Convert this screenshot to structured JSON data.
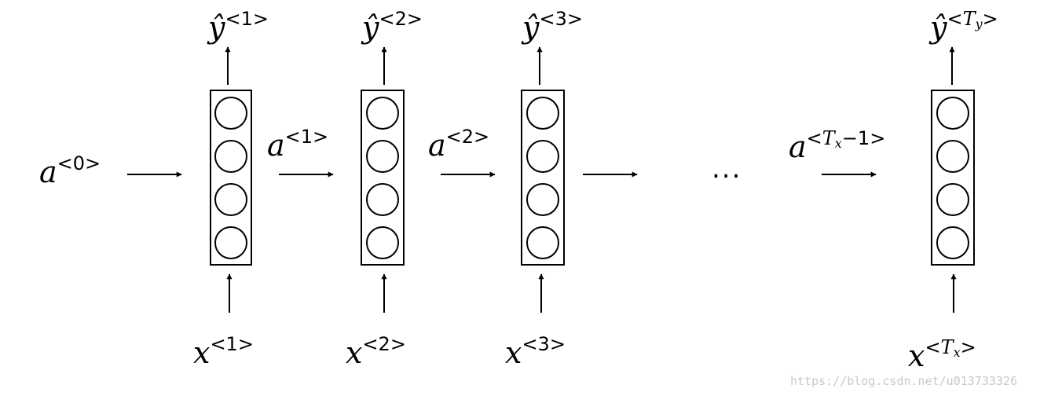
{
  "diagram": {
    "ellipsis": "...",
    "watermark": "https://blog.csdn.net/u013733326"
  },
  "a0": {
    "base": "a",
    "sup": "<0>"
  },
  "a1": {
    "base": "a",
    "sup": "<1>"
  },
  "a2": {
    "base": "a",
    "sup": "<2>"
  },
  "aTx1": {
    "base": "a",
    "sup_open": "<",
    "sup_var": "T",
    "sup_sub": "x",
    "sup_rest": "−1>"
  },
  "y1": {
    "base": "ŷ",
    "sup": "<1>"
  },
  "y2": {
    "base": "ŷ",
    "sup": "<2>"
  },
  "y3": {
    "base": "ŷ",
    "sup": "<3>"
  },
  "yTy": {
    "base": "ŷ",
    "sup_open": "<",
    "sup_var": "T",
    "sup_sub": "y",
    "sup_rest": ">"
  },
  "x1": {
    "base": "x",
    "sup": "<1>"
  },
  "x2": {
    "base": "x",
    "sup": "<2>"
  },
  "x3": {
    "base": "x",
    "sup": "<3>"
  },
  "xTx": {
    "base": "x",
    "sup_open": "<",
    "sup_var": "T",
    "sup_sub": "x",
    "sup_rest": ">"
  }
}
